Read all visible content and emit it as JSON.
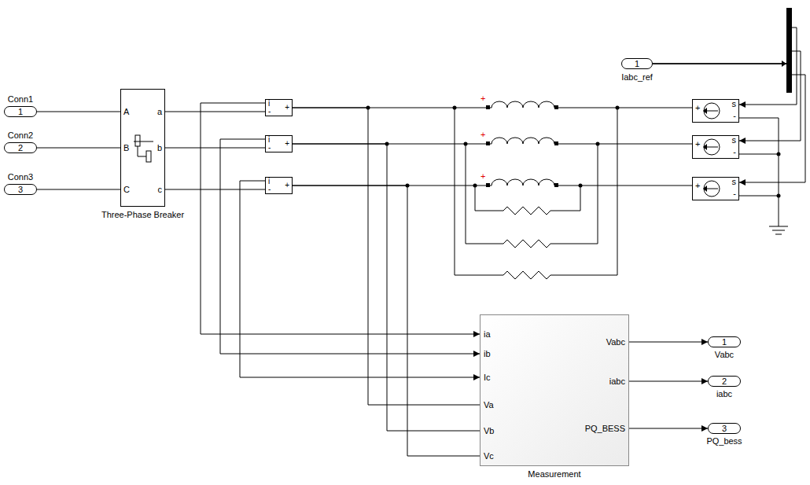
{
  "diagram": {
    "nodes": [
      {
        "text": [
          "Conn1",
          "1"
        ]
      },
      {
        "text": [
          "Conn2",
          "2"
        ]
      },
      {
        "text": [
          "Conn3",
          "3"
        ]
      },
      {
        "text": [
          "A",
          "B",
          "C",
          "a",
          "b",
          "c",
          "Three-Phase Breaker"
        ]
      },
      {
        "text": [
          "i",
          "-",
          "+"
        ]
      },
      {
        "text": [
          "i",
          "-",
          "+"
        ]
      },
      {
        "text": [
          "i",
          "-",
          "+"
        ]
      },
      {
        "text": [
          "1",
          "Iabc_ref"
        ]
      },
      {
        "text": [
          "+",
          "s",
          "-"
        ]
      },
      {
        "text": [
          "+",
          "s",
          "-"
        ]
      },
      {
        "text": [
          "+",
          "s",
          "-"
        ]
      },
      {
        "text": [
          "ia",
          "ib",
          "Ic",
          "Va",
          "Vb",
          "Vc",
          "Vabc",
          "iabc",
          "PQ_BESS",
          "Measurement"
        ]
      },
      {
        "text": [
          "1",
          "Vabc"
        ]
      },
      {
        "text": [
          "2",
          "iabc"
        ]
      },
      {
        "text": [
          "3",
          "PQ_bess"
        ]
      }
    ],
    "edges": [
      {
        "from": 0,
        "to": 3,
        "arrow": "none"
      },
      {
        "from": 1,
        "to": 3,
        "arrow": "none"
      },
      {
        "from": 2,
        "to": 3,
        "arrow": "none"
      },
      {
        "from": 3,
        "to": 4,
        "arrow": "none"
      },
      {
        "from": 3,
        "to": 5,
        "arrow": "none"
      },
      {
        "from": 3,
        "to": 6,
        "arrow": "none"
      },
      {
        "from": 4,
        "to": 11,
        "arrow": "to"
      },
      {
        "from": 5,
        "to": 11,
        "arrow": "to"
      },
      {
        "from": 6,
        "to": 11,
        "arrow": "to"
      },
      {
        "from": 4,
        "to": 11,
        "arrow": "none"
      },
      {
        "from": 5,
        "to": 11,
        "arrow": "none"
      },
      {
        "from": 6,
        "to": 11,
        "arrow": "none"
      },
      {
        "from": 7,
        "to": 8,
        "arrow": "to"
      },
      {
        "from": 7,
        "to": 9,
        "arrow": "to"
      },
      {
        "from": 7,
        "to": 10,
        "arrow": "to"
      },
      {
        "from": 11,
        "to": 12,
        "arrow": "to"
      },
      {
        "from": 11,
        "to": 13,
        "arrow": "to"
      },
      {
        "from": 11,
        "to": 14,
        "arrow": "to"
      }
    ],
    "labels": [
      "+",
      "+",
      "+"
    ]
  }
}
